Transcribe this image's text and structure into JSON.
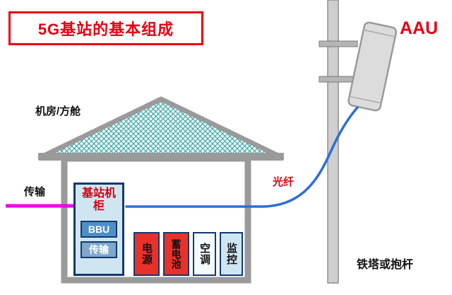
{
  "title": "5G基站的基本组成",
  "house": {
    "label": "机房/方舱"
  },
  "cabinet": {
    "title": "基站机柜",
    "modules": [
      {
        "label": "BBU"
      },
      {
        "label": "传输"
      }
    ]
  },
  "equipment": [
    {
      "label": "电源",
      "style": "red"
    },
    {
      "label": "蓄电池",
      "style": "red"
    },
    {
      "label": "空调",
      "style": "light"
    },
    {
      "label": "监控",
      "style": "blue"
    }
  ],
  "links": {
    "transmission_label": "传输",
    "fiber_label": "光纤"
  },
  "tower": {
    "aau_label": "AAU",
    "pole_label": "铁塔或抱杆"
  },
  "colors": {
    "accent_red": "#e60012",
    "fiber_blue": "#2b6fd4",
    "transmission_magenta": "#ee00ee",
    "cabinet_fill": "#cfe6f2",
    "cabinet_border": "#123a6d",
    "module_bbu_fill": "#4f8fc9",
    "module_transport_fill": "#7fa8cc",
    "equipment_red": "#e8312a",
    "equipment_light": "#f4fbfd",
    "equipment_blue": "#cfe6f2",
    "roof_hatch_teal": "#2f9e9e",
    "structure_gray": "#9a9a9a"
  }
}
